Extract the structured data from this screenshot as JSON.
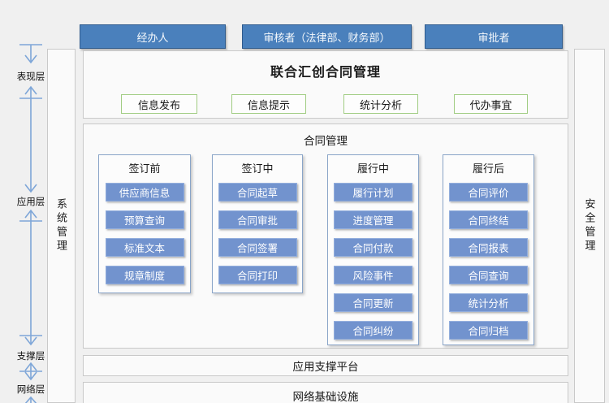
{
  "diagram": {
    "actors": [
      "经办人",
      "审核者（法律部、财务部）",
      "审批者"
    ],
    "layers": [
      "表现层",
      "应用层",
      "支撑层",
      "网络层"
    ],
    "sidebars": {
      "left": "系统管理",
      "right": "安全管理"
    },
    "presentation_layer": {
      "title": "联合汇创合同管理",
      "functions": [
        "信息发布",
        "信息提示",
        "统计分析",
        "代办事宜"
      ]
    },
    "application_layer": {
      "title": "合同管理",
      "columns": [
        {
          "header": "签订前",
          "items": [
            "供应商信息",
            "预算查询",
            "标准文本",
            "规章制度"
          ]
        },
        {
          "header": "签订中",
          "items": [
            "合同起草",
            "合同审批",
            "合同签署",
            "合同打印"
          ]
        },
        {
          "header": "履行中",
          "items": [
            "履行计划",
            "进度管理",
            "合同付款",
            "风险事件",
            "合同更新",
            "合同纠纷"
          ]
        },
        {
          "header": "履行后",
          "items": [
            "合同评价",
            "合同终结",
            "合同报表",
            "合同查询",
            "统计分析",
            "合同归档"
          ]
        }
      ]
    },
    "support_layer": "应用支撑平台",
    "network_layer": "网络基础设施",
    "colors": {
      "background": "#f0f0f0",
      "actor_fill": "#4a80bc",
      "actor_border": "#2e5a8c",
      "button_fill": "#7293ce",
      "column_border": "#8aa5c8",
      "green_border": "#a0cc82",
      "panel_border": "#c9c9c9",
      "arrow": "#7ea6d8"
    }
  }
}
